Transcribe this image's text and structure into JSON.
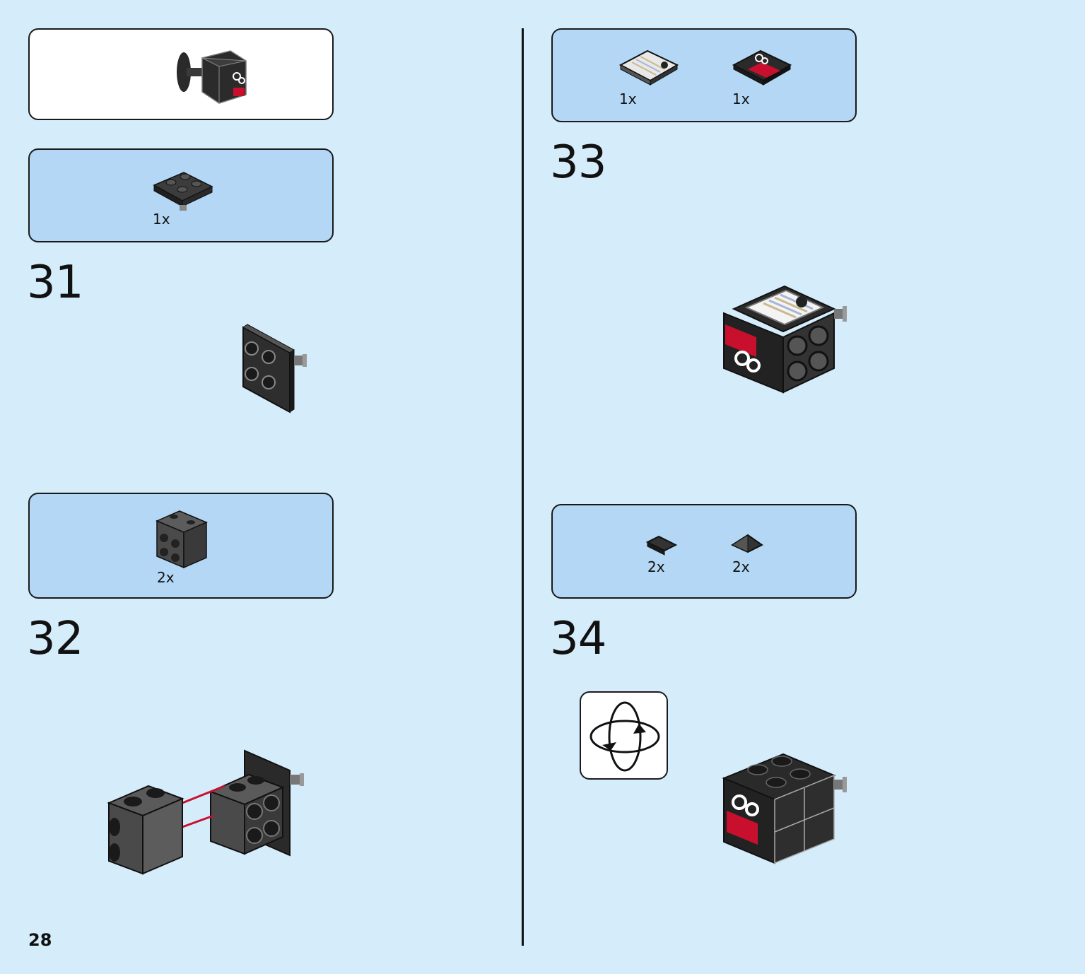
{
  "page": {
    "number": "28"
  },
  "divider": true,
  "submodel_callout": {
    "icon": "current-submodel-preview"
  },
  "steps": [
    {
      "number": "31",
      "parts": [
        {
          "name": "black-plate-2x2-with-pin",
          "qty": "1x"
        }
      ]
    },
    {
      "number": "32",
      "parts": [
        {
          "name": "dark-gray-brick-with-side-studs",
          "qty": "2x"
        }
      ]
    },
    {
      "number": "33",
      "parts": [
        {
          "name": "printed-tile-2x2-striped",
          "qty": "1x"
        },
        {
          "name": "printed-tile-2x2-red-white",
          "qty": "1x"
        }
      ]
    },
    {
      "number": "34",
      "parts": [
        {
          "name": "black-tile-1x1-round-corner",
          "qty": "2x"
        },
        {
          "name": "black-slope-1x1-pyramid",
          "qty": "2x"
        }
      ]
    }
  ],
  "rotate_icon": "rotate-model-icon"
}
